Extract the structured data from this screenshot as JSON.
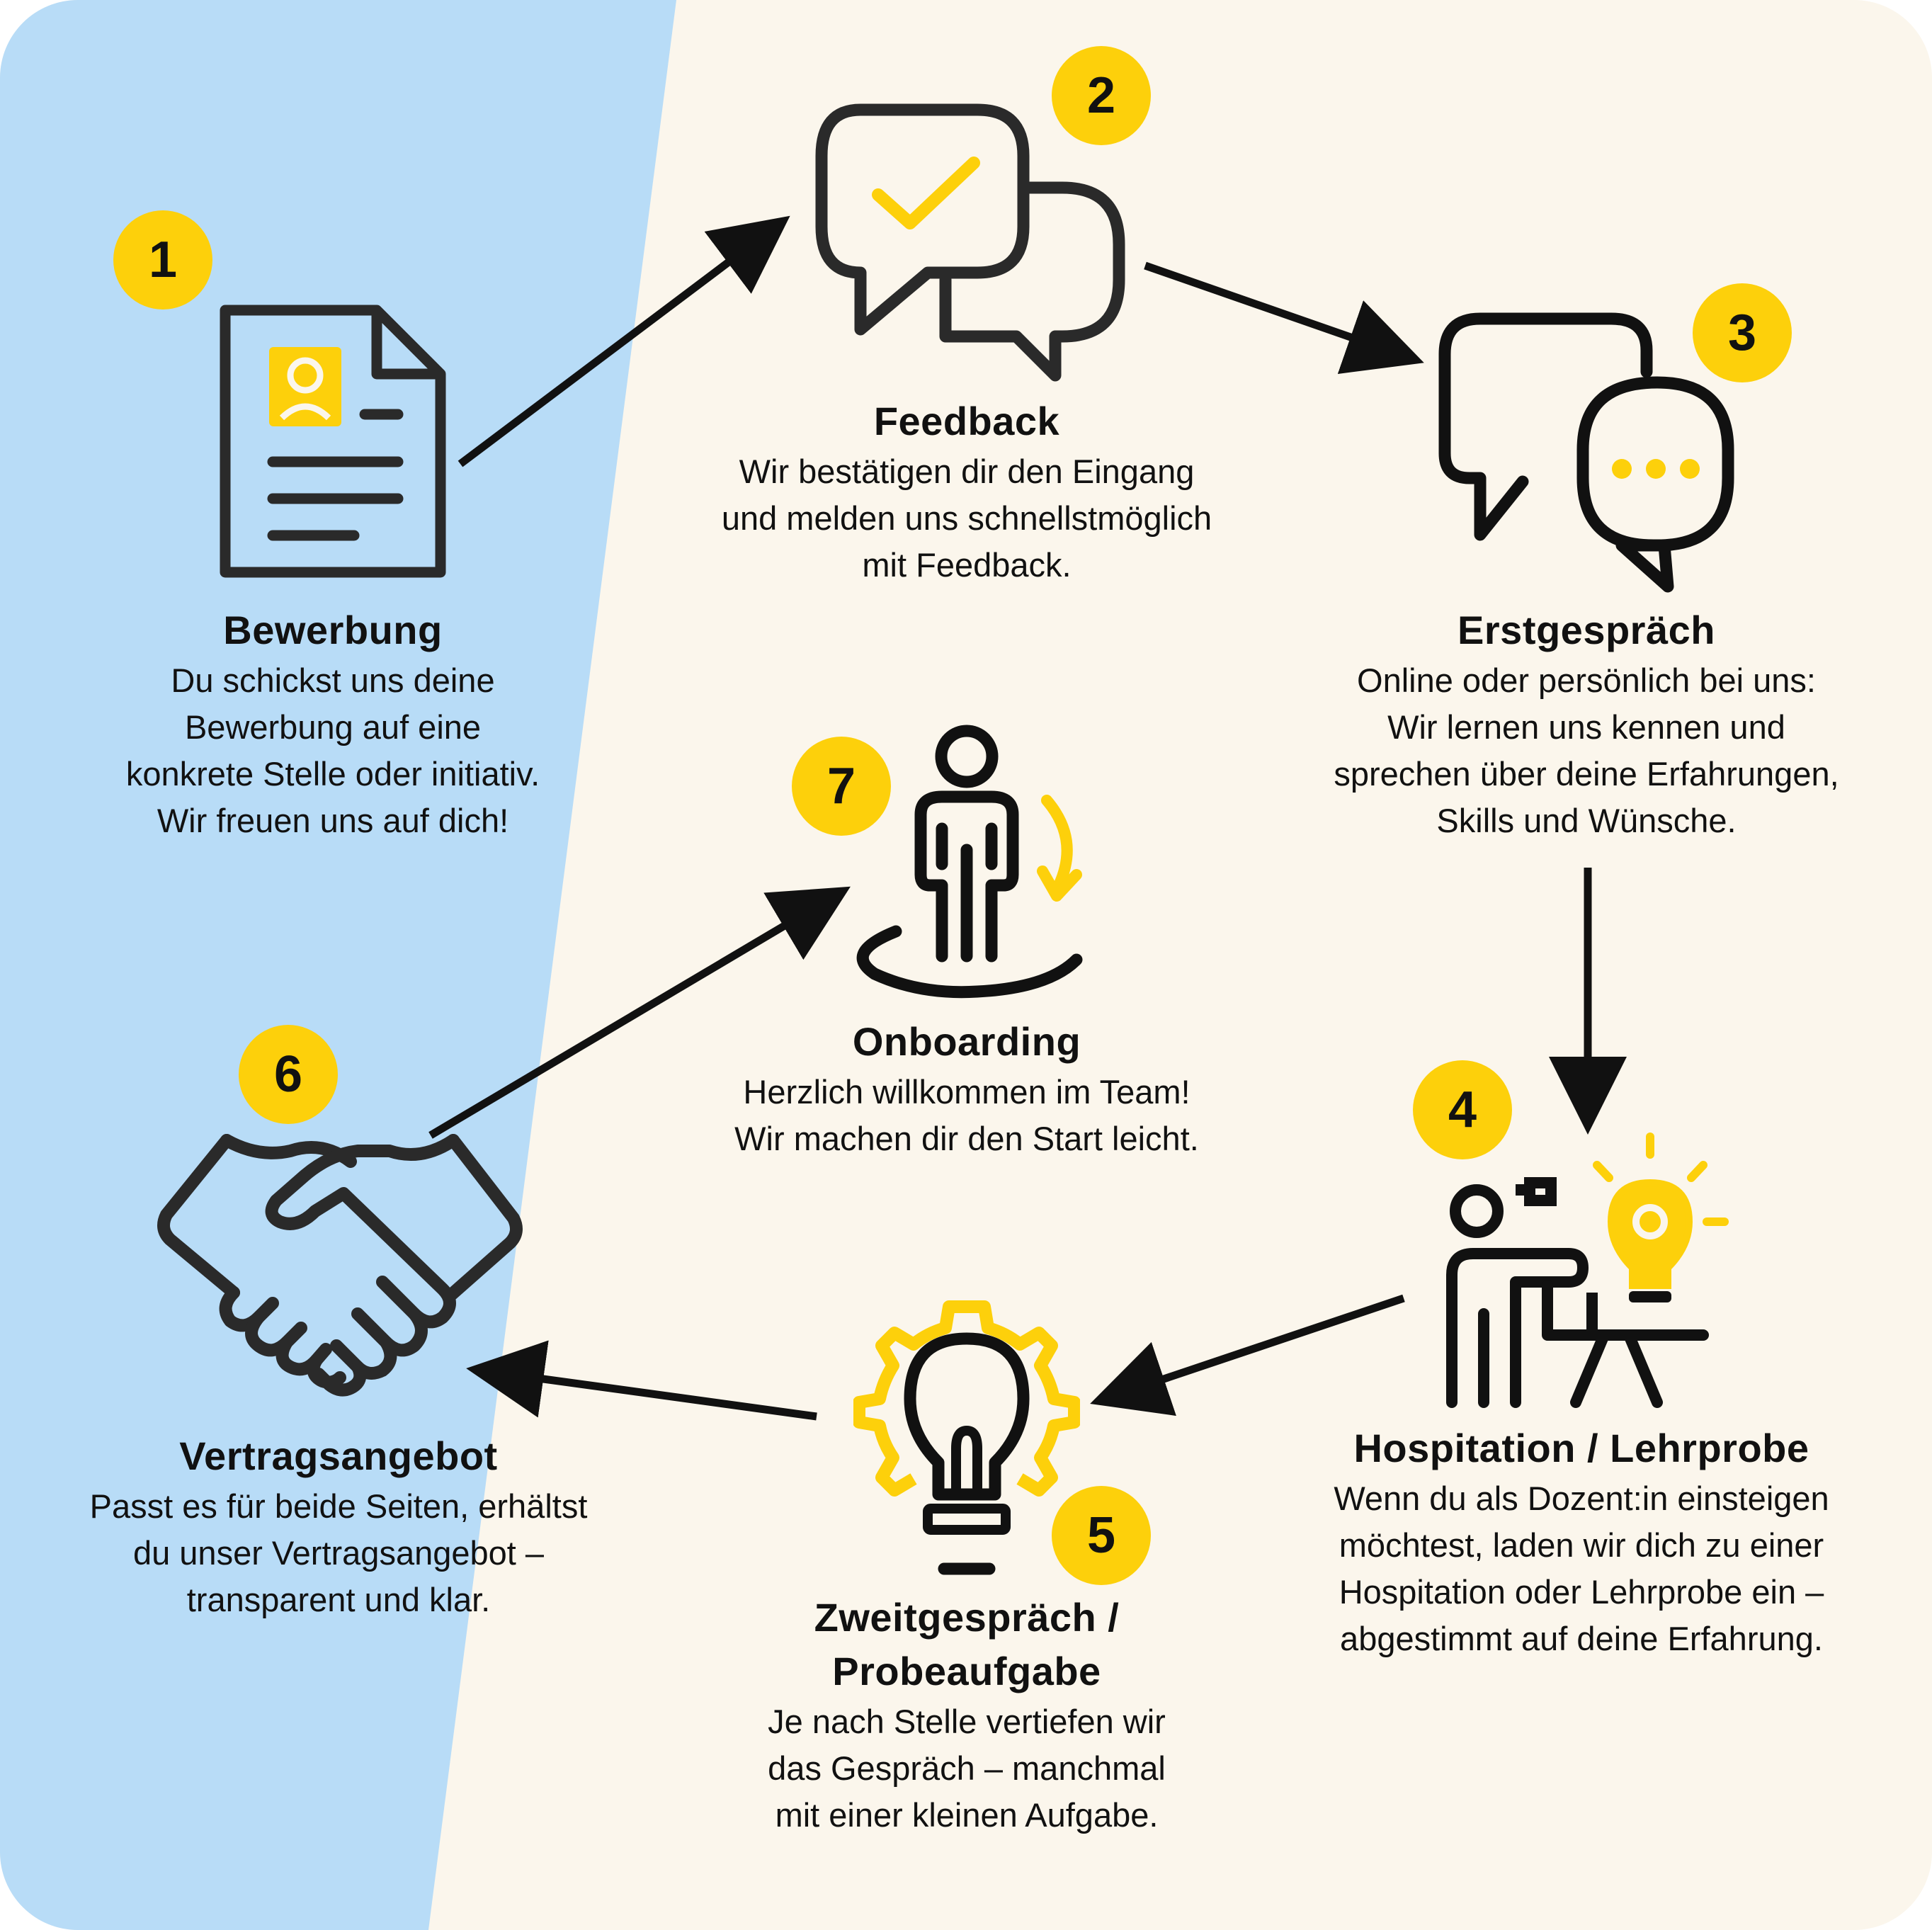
{
  "colors": {
    "background": "#fbf6ec",
    "left_band": "#b8dcf7",
    "accent_yellow": "#fdd00b",
    "stroke_dark": "#111111",
    "icon_dark": "#2a2a2a"
  },
  "steps": [
    {
      "number": "1",
      "title": "Bewerbung",
      "description": [
        "Du schickst uns deine",
        "Bewerbung auf eine",
        "konkrete Stelle oder initiativ.",
        "Wir freuen uns auf dich!"
      ],
      "icon": "resume-document-icon"
    },
    {
      "number": "2",
      "title": "Feedback",
      "description": [
        "Wir bestätigen dir den Eingang",
        "und melden uns schnellstmöglich",
        "mit Feedback."
      ],
      "icon": "chat-check-icon"
    },
    {
      "number": "3",
      "title": "Erstgespräch",
      "description": [
        "Online oder persönlich bei uns:",
        "Wir lernen uns kennen und",
        "sprechen über deine Erfahrungen,",
        "Skills und Wünsche."
      ],
      "icon": "chat-bubbles-icon"
    },
    {
      "number": "4",
      "title": "Hospitation / Lehrprobe",
      "description": [
        "Wenn du als Dozent:in einsteigen",
        "möchtest, laden wir dich zu einer",
        "Hospitation oder Lehrprobe ein –",
        "abgestimmt auf deine Erfahrung."
      ],
      "icon": "presentation-icon"
    },
    {
      "number": "5",
      "title_lines": [
        "Zweitgespräch /",
        "Probeaufgabe"
      ],
      "description": [
        "Je nach Stelle vertiefen wir",
        "das Gespräch – manchmal",
        "mit einer kleinen Aufgabe."
      ],
      "icon": "lightbulb-gear-icon"
    },
    {
      "number": "6",
      "title": "Vertragsangebot",
      "description": [
        "Passt es für beide Seiten, erhältst",
        "du unser Vertragsangebot –",
        "transparent und klar."
      ],
      "icon": "handshake-icon"
    },
    {
      "number": "7",
      "title": "Onboarding",
      "description": [
        "Herzlich willkommen im Team!",
        "Wir machen dir den Start leicht."
      ],
      "icon": "person-onboarding-icon"
    }
  ]
}
